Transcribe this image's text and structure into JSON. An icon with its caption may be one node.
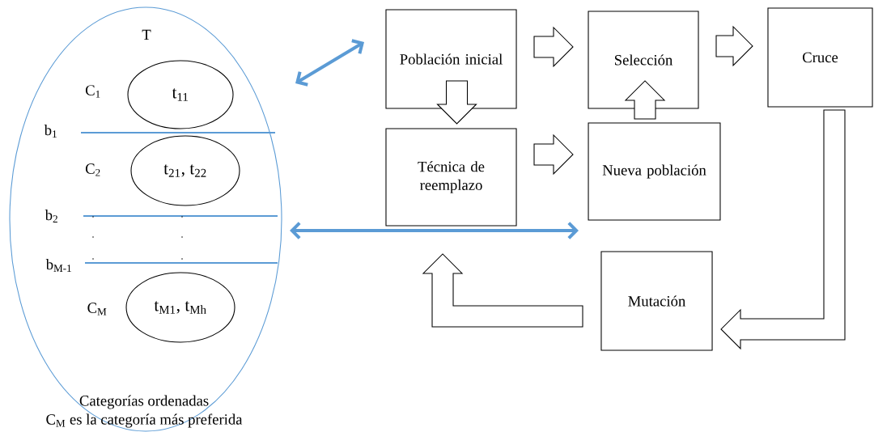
{
  "diagram": {
    "nodes": [
      {
        "text": [
          "T"
        ],
        "beside": [
          "Categorías ordenadas",
          "C$_{M}$ es la categoría más preferida"
        ]
      },
      {
        "text": [
          "t$_{11}$"
        ],
        "in": 0
      },
      {
        "text": [
          "t$_{21}$, t$_{22}$"
        ],
        "in": 0
      },
      {
        "text": [
          "t$_{M1}$, t$_{Mh}$"
        ],
        "in": 0
      },
      {
        "text": [
          "Población inicial"
        ]
      },
      {
        "text": [
          "Selección"
        ]
      },
      {
        "text": [
          "Cruce"
        ]
      },
      {
        "text": [
          "Técnica de reemplazo"
        ]
      },
      {
        "text": [
          "Nueva población"
        ]
      },
      {
        "text": [
          "Mutación"
        ]
      }
    ],
    "edges": [
      {
        "from": 0,
        "to": 4,
        "arrow": "both",
        "color": "#5b9bd5"
      },
      {
        "from": 0,
        "to": null,
        "arrow": "both",
        "color": "#5b9bd5"
      },
      {
        "from": 4,
        "to": 5,
        "arrow": "to"
      },
      {
        "from": 5,
        "to": 6,
        "arrow": "to"
      },
      {
        "from": 4,
        "to": 7,
        "arrow": "to"
      },
      {
        "from": 7,
        "to": 8,
        "arrow": "to"
      },
      {
        "from": 8,
        "to": 5,
        "arrow": "to"
      },
      {
        "from": 6,
        "to": 9,
        "arrow": "to"
      },
      {
        "from": 9,
        "to": 7,
        "arrow": "to"
      }
    ],
    "labels": [
      "C$_{1}$",
      "b$_{1}$",
      "C$_{2}$",
      "b$_{2}$",
      "b$_{M-1}$",
      "C$_{M}$"
    ]
  }
}
